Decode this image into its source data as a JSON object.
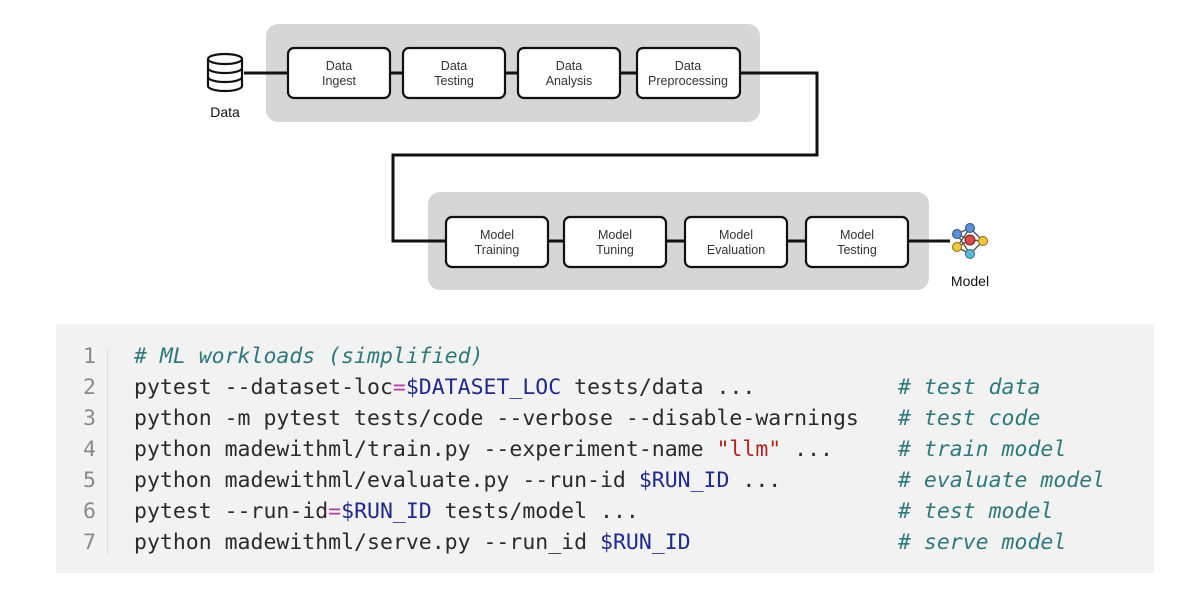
{
  "diagram": {
    "data_label": "Data",
    "model_label": "Model",
    "data_stages": [
      {
        "line1": "Data",
        "line2": "Ingest"
      },
      {
        "line1": "Data",
        "line2": "Testing"
      },
      {
        "line1": "Data",
        "line2": "Analysis"
      },
      {
        "line1": "Data",
        "line2": "Preprocessing"
      }
    ],
    "model_stages": [
      {
        "line1": "Model",
        "line2": "Training"
      },
      {
        "line1": "Model",
        "line2": "Tuning"
      },
      {
        "line1": "Model",
        "line2": "Evaluation"
      },
      {
        "line1": "Model",
        "line2": "Testing"
      }
    ],
    "icons": {
      "data": "database-icon",
      "model": "neural-network-icon"
    },
    "colors": {
      "group_bg": "#d6d6d6",
      "stroke": "#111111",
      "box_fill": "#ffffff"
    }
  },
  "code": {
    "lines": [
      {
        "n": "1",
        "tokens": [
          {
            "t": "# ML workloads (simplified)",
            "k": "cmt"
          }
        ],
        "comment": ""
      },
      {
        "n": "2",
        "tokens": [
          {
            "t": "pytest --dataset-loc",
            "k": "kw"
          },
          {
            "t": "=",
            "k": "op"
          },
          {
            "t": "$DATASET_LOC",
            "k": "var"
          },
          {
            "t": " tests/data ...",
            "k": "kw"
          }
        ],
        "comment": "# test data"
      },
      {
        "n": "3",
        "tokens": [
          {
            "t": "python -m pytest tests/code --verbose --disable-warnings",
            "k": "kw"
          }
        ],
        "comment": "# test code"
      },
      {
        "n": "4",
        "tokens": [
          {
            "t": "python madewithml/train.py --experiment-name ",
            "k": "kw"
          },
          {
            "t": "\"llm\"",
            "k": "str"
          },
          {
            "t": " ...",
            "k": "kw"
          }
        ],
        "comment": "# train model"
      },
      {
        "n": "5",
        "tokens": [
          {
            "t": "python madewithml/evaluate.py --run-id ",
            "k": "kw"
          },
          {
            "t": "$RUN_ID",
            "k": "var"
          },
          {
            "t": " ...",
            "k": "kw"
          }
        ],
        "comment": "# evaluate model"
      },
      {
        "n": "6",
        "tokens": [
          {
            "t": "pytest --run-id",
            "k": "kw"
          },
          {
            "t": "=",
            "k": "op"
          },
          {
            "t": "$RUN_ID",
            "k": "var"
          },
          {
            "t": " tests/model ...",
            "k": "kw"
          }
        ],
        "comment": "# test model"
      },
      {
        "n": "7",
        "tokens": [
          {
            "t": "python madewithml/serve.py --run_id ",
            "k": "kw"
          },
          {
            "t": "$RUN_ID",
            "k": "var"
          }
        ],
        "comment": "# serve model"
      }
    ]
  }
}
